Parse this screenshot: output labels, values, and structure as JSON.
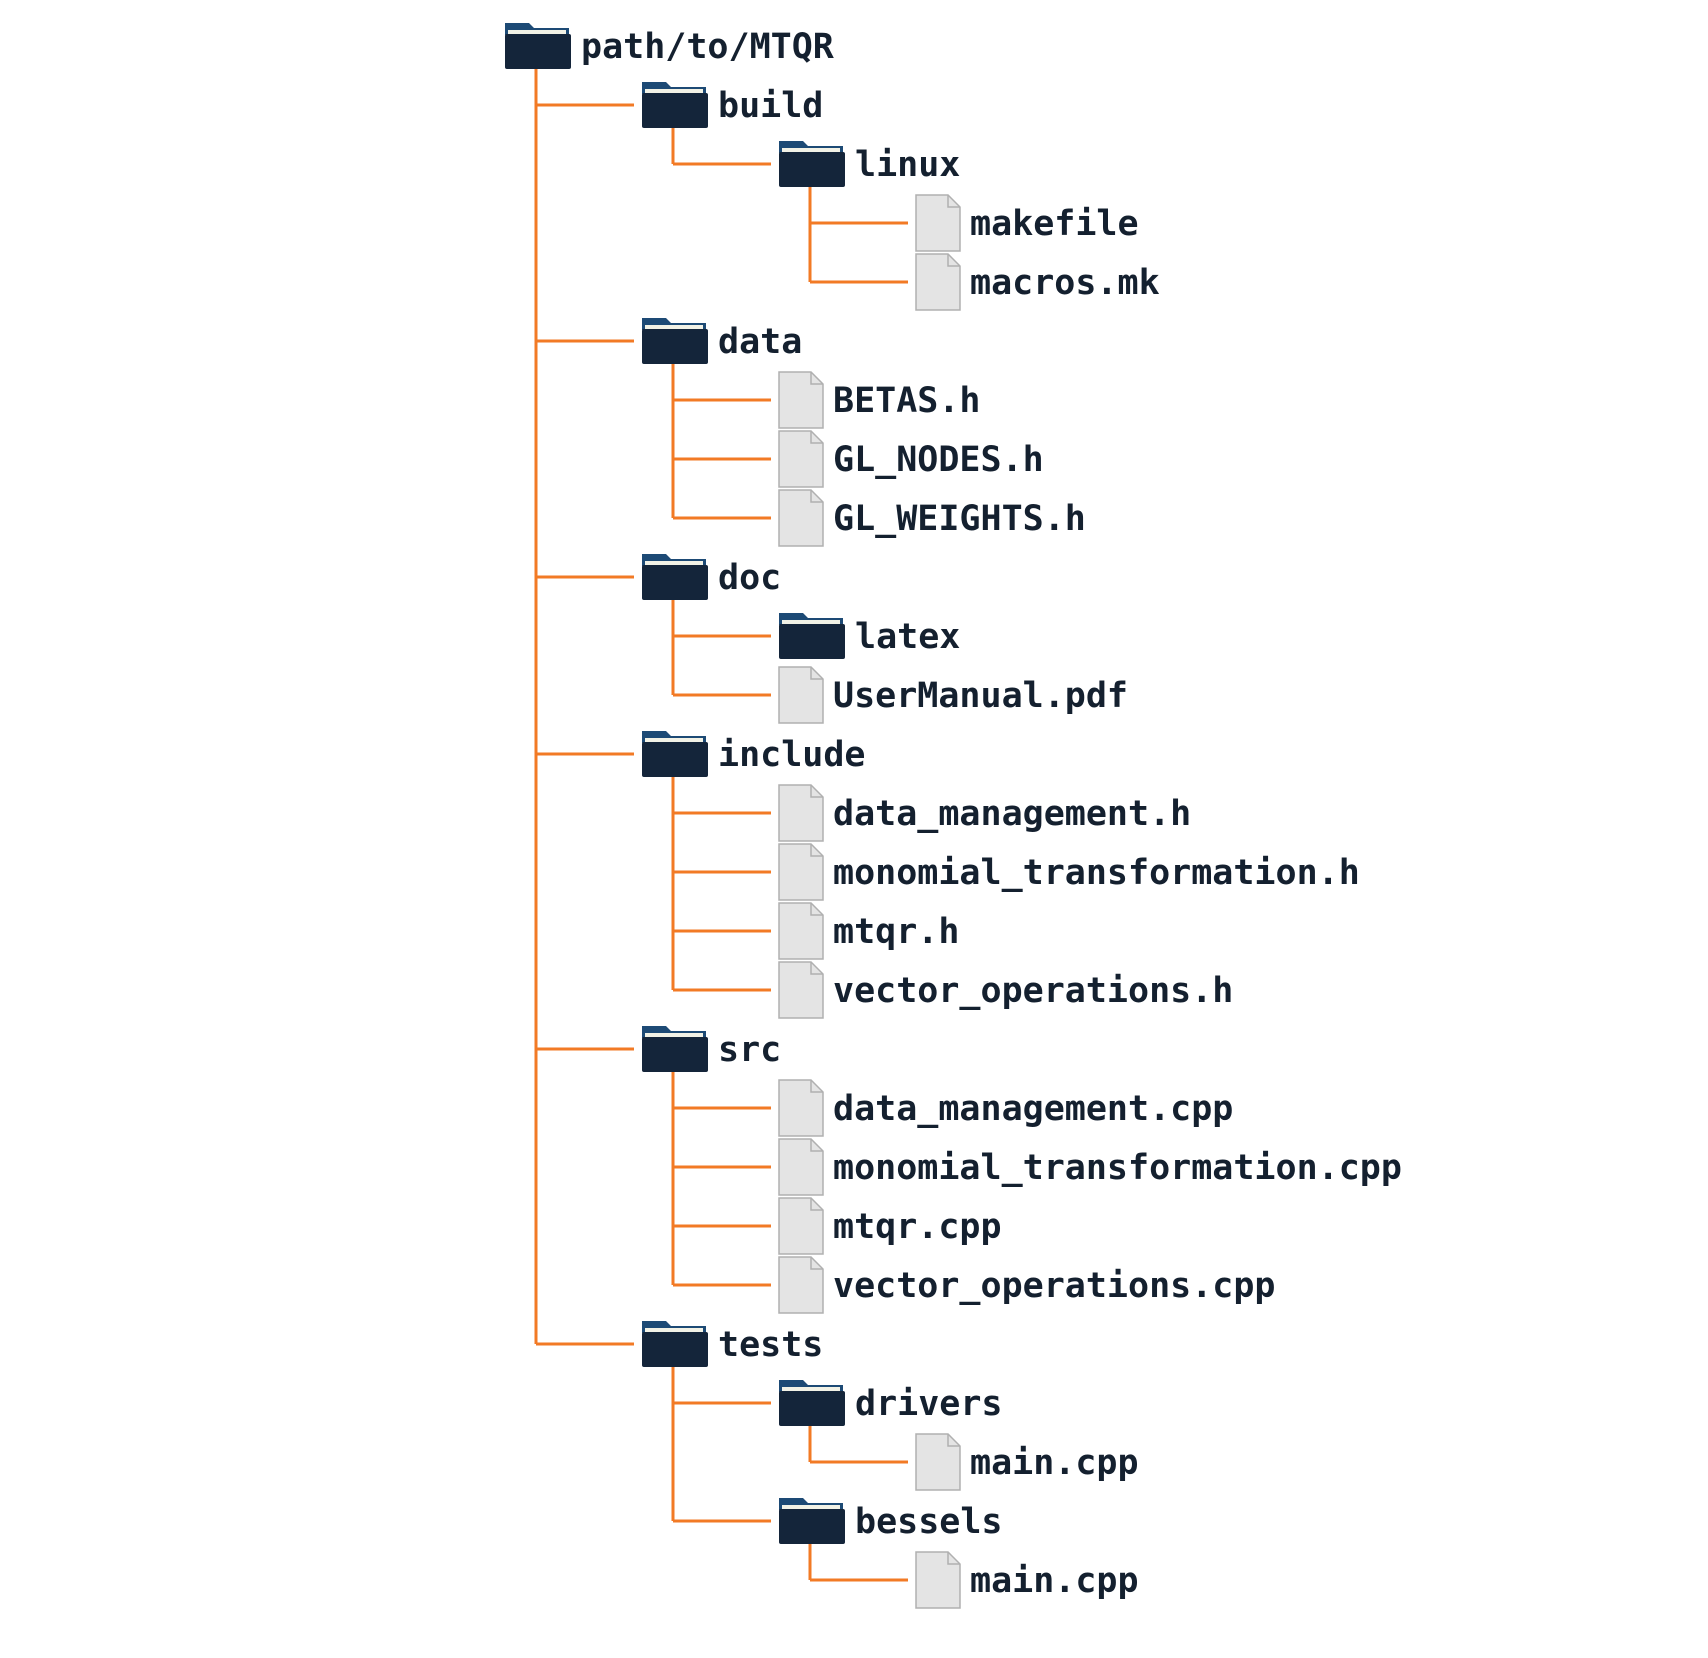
{
  "colors": {
    "connector": "#f27a25",
    "folder_body": "#14253a",
    "folder_tab": "#1d4a75",
    "folder_paper": "#f2f2e6",
    "file_fill": "#e4e4e4",
    "file_stroke": "#b0b0b0",
    "text": "#14202f"
  },
  "icons": {
    "folder": "folder-icon",
    "file": "file-icon"
  },
  "tree": {
    "name": "path/to/MTQR",
    "type": "folder",
    "children": [
      {
        "name": "build",
        "type": "folder",
        "children": [
          {
            "name": "linux",
            "type": "folder",
            "children": [
              {
                "name": "makefile",
                "type": "file"
              },
              {
                "name": "macros.mk",
                "type": "file"
              }
            ]
          }
        ]
      },
      {
        "name": "data",
        "type": "folder",
        "children": [
          {
            "name": "BETAS.h",
            "type": "file"
          },
          {
            "name": "GL_NODES.h",
            "type": "file"
          },
          {
            "name": "GL_WEIGHTS.h",
            "type": "file"
          }
        ]
      },
      {
        "name": "doc",
        "type": "folder",
        "children": [
          {
            "name": "latex",
            "type": "folder",
            "children": []
          },
          {
            "name": "UserManual.pdf",
            "type": "file"
          }
        ]
      },
      {
        "name": "include",
        "type": "folder",
        "children": [
          {
            "name": "data_management.h",
            "type": "file"
          },
          {
            "name": "monomial_transformation.h",
            "type": "file"
          },
          {
            "name": "mtqr.h",
            "type": "file"
          },
          {
            "name": "vector_operations.h",
            "type": "file"
          }
        ]
      },
      {
        "name": "src",
        "type": "folder",
        "children": [
          {
            "name": "data_management.cpp",
            "type": "file"
          },
          {
            "name": "monomial_transformation.cpp",
            "type": "file"
          },
          {
            "name": "mtqr.cpp",
            "type": "file"
          },
          {
            "name": "vector_operations.cpp",
            "type": "file"
          }
        ]
      },
      {
        "name": "tests",
        "type": "folder",
        "children": [
          {
            "name": "drivers",
            "type": "folder",
            "children": [
              {
                "name": "main.cpp",
                "type": "file"
              }
            ]
          },
          {
            "name": "bessels",
            "type": "folder",
            "children": [
              {
                "name": "main.cpp",
                "type": "file"
              }
            ]
          }
        ]
      }
    ]
  }
}
